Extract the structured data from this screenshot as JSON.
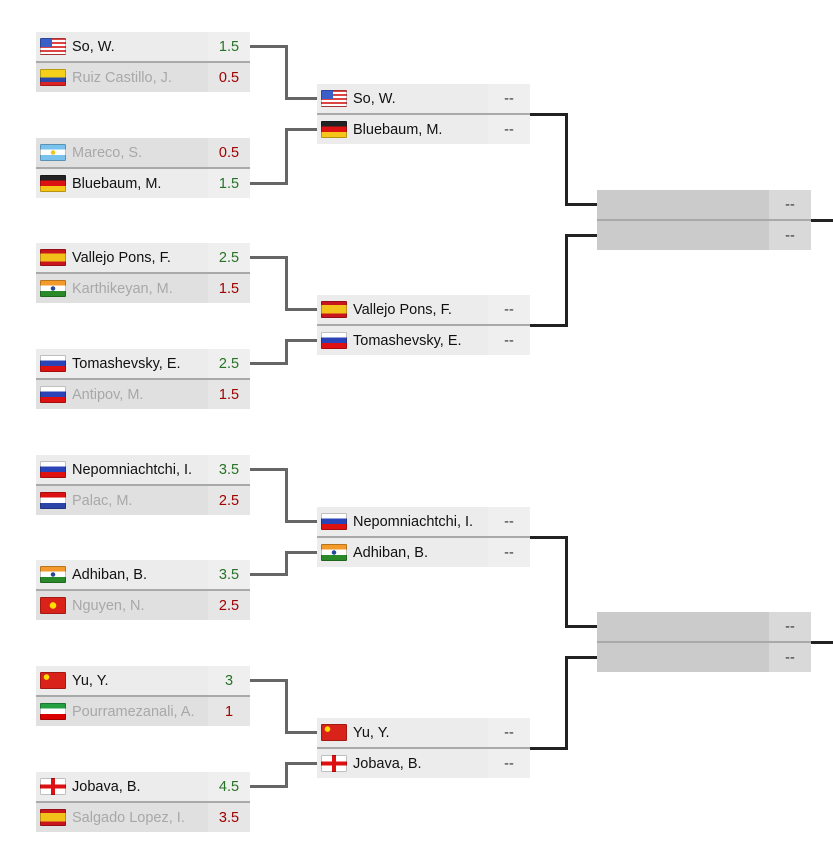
{
  "round1": [
    {
      "players": [
        {
          "name": "So, W.",
          "flag": "us",
          "score": "1.5"
        },
        {
          "name": "Ruiz Castillo, J.",
          "flag": "co",
          "score": "0.5"
        }
      ],
      "winner": 0
    },
    {
      "players": [
        {
          "name": "Mareco, S.",
          "flag": "ar",
          "score": "0.5"
        },
        {
          "name": "Bluebaum, M.",
          "flag": "de",
          "score": "1.5"
        }
      ],
      "winner": 1
    },
    {
      "players": [
        {
          "name": "Vallejo Pons, F.",
          "flag": "es",
          "score": "2.5"
        },
        {
          "name": "Karthikeyan, M.",
          "flag": "in",
          "score": "1.5"
        }
      ],
      "winner": 0
    },
    {
      "players": [
        {
          "name": "Tomashevsky, E.",
          "flag": "ru",
          "score": "2.5"
        },
        {
          "name": "Antipov, M.",
          "flag": "ru",
          "score": "1.5"
        }
      ],
      "winner": 0
    },
    {
      "players": [
        {
          "name": "Nepomniachtchi, I.",
          "flag": "ru",
          "score": "3.5"
        },
        {
          "name": "Palac, M.",
          "flag": "hr",
          "score": "2.5"
        }
      ],
      "winner": 0
    },
    {
      "players": [
        {
          "name": "Adhiban, B.",
          "flag": "in",
          "score": "3.5"
        },
        {
          "name": "Nguyen, N.",
          "flag": "vn",
          "score": "2.5"
        }
      ],
      "winner": 0
    },
    {
      "players": [
        {
          "name": "Yu, Y.",
          "flag": "cn",
          "score": "3"
        },
        {
          "name": "Pourramezanali, A.",
          "flag": "ir",
          "score": "1"
        }
      ],
      "winner": 0
    },
    {
      "players": [
        {
          "name": "Jobava, B.",
          "flag": "ge",
          "score": "4.5"
        },
        {
          "name": "Salgado Lopez, I.",
          "flag": "es",
          "score": "3.5"
        }
      ],
      "winner": 0
    }
  ],
  "round2": [
    {
      "players": [
        {
          "name": "So, W.",
          "flag": "us",
          "score": "--"
        },
        {
          "name": "Bluebaum, M.",
          "flag": "de",
          "score": "--"
        }
      ]
    },
    {
      "players": [
        {
          "name": "Vallejo Pons, F.",
          "flag": "es",
          "score": "--"
        },
        {
          "name": "Tomashevsky, E.",
          "flag": "ru",
          "score": "--"
        }
      ]
    },
    {
      "players": [
        {
          "name": "Nepomniachtchi, I.",
          "flag": "ru",
          "score": "--"
        },
        {
          "name": "Adhiban, B.",
          "flag": "in",
          "score": "--"
        }
      ]
    },
    {
      "players": [
        {
          "name": "Yu, Y.",
          "flag": "cn",
          "score": "--"
        },
        {
          "name": "Jobava, B.",
          "flag": "ge",
          "score": "--"
        }
      ]
    }
  ],
  "round3": [
    {
      "players": [
        {
          "name": "",
          "score": "--"
        },
        {
          "name": "",
          "score": "--"
        }
      ]
    },
    {
      "players": [
        {
          "name": "",
          "score": "--"
        },
        {
          "name": "",
          "score": "--"
        }
      ]
    }
  ]
}
